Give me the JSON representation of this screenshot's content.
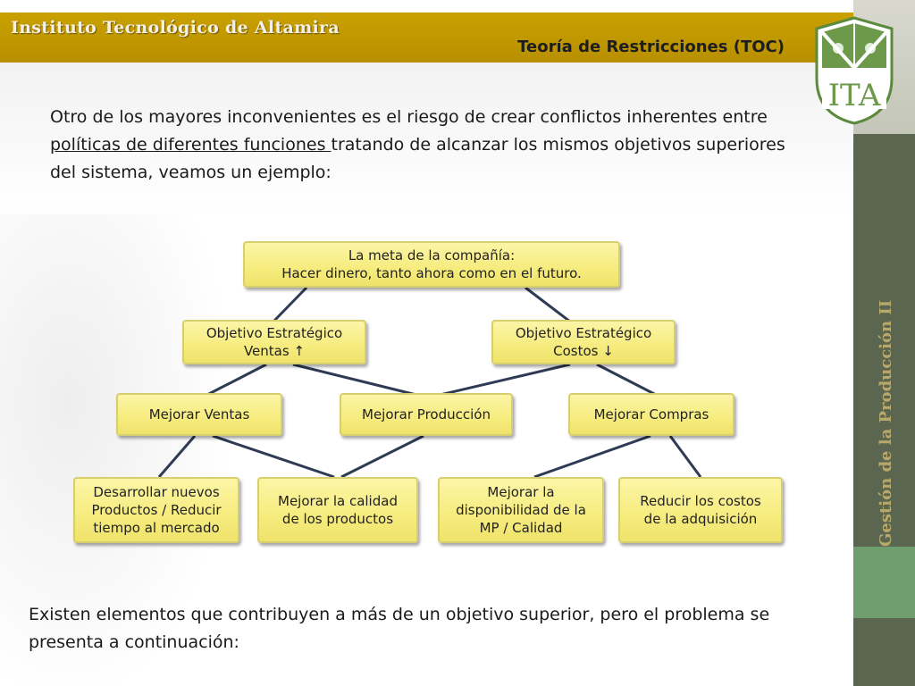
{
  "header": {
    "institute": "Instituto Tecnológico de Altamira",
    "subtitle": "Teoría de Restricciones (TOC)"
  },
  "logo": {
    "text": "ITA"
  },
  "sidebar": {
    "label": "Gestión de la Producción II"
  },
  "intro": {
    "before": "Otro de los mayores inconvenientes es el riesgo de crear conflictos inherentes entre ",
    "underlined": "políticas de diferentes funciones ",
    "after": "tratando de alcanzar los mismos objetivos superiores del sistema, veamos un ejemplo:"
  },
  "diagram": {
    "goal": {
      "line1": "La meta de la compañía:",
      "line2": "Hacer dinero, tanto ahora como en el futuro."
    },
    "objectives": [
      {
        "line1": "Objetivo Estratégico",
        "line2": "Ventas ↑"
      },
      {
        "line1": "Objetivo Estratégico",
        "line2": "Costos ↓"
      }
    ],
    "improvements": [
      {
        "label": "Mejorar Ventas"
      },
      {
        "label": "Mejorar Producción"
      },
      {
        "label": "Mejorar Compras"
      }
    ],
    "actions": [
      {
        "line1": "Desarrollar nuevos",
        "line2": "Productos / Reducir",
        "line3": "tiempo al mercado"
      },
      {
        "line1": "Mejorar la calidad",
        "line2": "de los productos"
      },
      {
        "line1": "Mejorar la",
        "line2": "disponibilidad de la",
        "line3": "MP / Calidad"
      },
      {
        "line1": "Reducir los costos",
        "line2": "de la adquisición"
      }
    ]
  },
  "closing": "Existen elementos que contribuyen a más de un objetivo superior, pero el problema se presenta a continuación:"
}
